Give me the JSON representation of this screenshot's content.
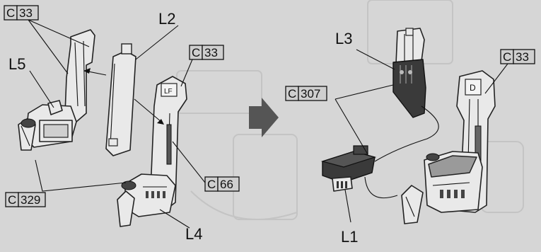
{
  "left": {
    "labels": {
      "l5": "L5",
      "l2": "L2",
      "l4": "L4",
      "c33_top": {
        "letter": "C",
        "num": "33"
      },
      "c33_mid": {
        "letter": "C",
        "num": "33"
      },
      "c66": {
        "letter": "C",
        "num": "66"
      },
      "c329": {
        "letter": "C",
        "num": "329"
      }
    },
    "seat_mark": "LF"
  },
  "right": {
    "labels": {
      "l3": "L3",
      "l1": "L1",
      "c307": {
        "letter": "C",
        "num": "307"
      },
      "c33": {
        "letter": "C",
        "num": "33"
      }
    },
    "seat_mark": "D"
  },
  "icons": {
    "arrow": "step-arrow-icon"
  }
}
